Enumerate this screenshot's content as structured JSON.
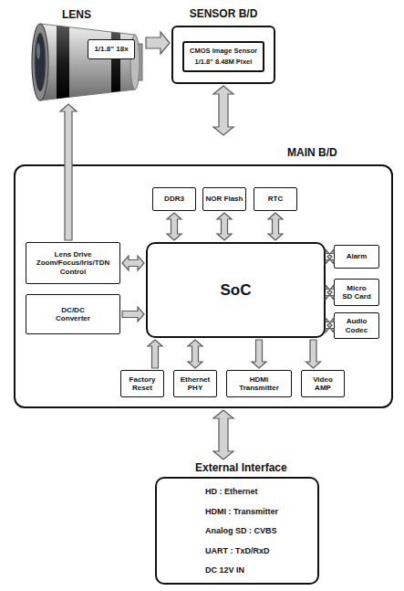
{
  "diagram": {
    "nodes": [
      {
        "text": [
          "LENS"
        ]
      },
      {
        "text": [
          "1/1.8\" 18x"
        ],
        "in": 0
      },
      {
        "text": [
          "SENSOR B/D"
        ]
      },
      {
        "text": [
          "CMOS Image Sensor",
          "1/1.8\" 8.48M Pixel"
        ],
        "in": 2
      },
      {
        "text": [
          "MAIN B/D"
        ]
      },
      {
        "text": [
          "DDR3"
        ],
        "in": 4
      },
      {
        "text": [
          "NOR Flash"
        ],
        "in": 4
      },
      {
        "text": [
          "RTC"
        ],
        "in": 4
      },
      {
        "text": [
          "Lens Drive Zoom/Focus/Iris/TDN Control"
        ],
        "in": 4
      },
      {
        "text": [
          "DC/DC Converter"
        ],
        "in": 4
      },
      {
        "text": [
          "SoC"
        ],
        "in": 4
      },
      {
        "text": [
          "Alarm"
        ],
        "in": 4
      },
      {
        "text": [
          "Micro SD Card"
        ],
        "in": 4
      },
      {
        "text": [
          "Audio Codec"
        ],
        "in": 4
      },
      {
        "text": [
          "Factory Reset"
        ],
        "in": 4
      },
      {
        "text": [
          "Ethernet PHY"
        ],
        "in": 4
      },
      {
        "text": [
          "HDMI Transmitter"
        ],
        "in": 4
      },
      {
        "text": [
          "Video AMP"
        ],
        "in": 4
      },
      {
        "text": [
          "External Interface",
          "HD : Ethernet",
          "HDMI : Transmitter",
          "Analog SD : CVBS",
          "UART : TxD/RxD",
          "DC 12V IN"
        ]
      }
    ],
    "edges": [
      {
        "from": 0,
        "to": 2,
        "arrow": "to"
      },
      {
        "from": 2,
        "to": 4,
        "arrow": "both"
      },
      {
        "from": 5,
        "to": 10,
        "arrow": "both"
      },
      {
        "from": 6,
        "to": 10,
        "arrow": "both"
      },
      {
        "from": 7,
        "to": 10,
        "arrow": "both"
      },
      {
        "from": 8,
        "to": 10,
        "arrow": "both"
      },
      {
        "from": 9,
        "to": 10,
        "arrow": "to"
      },
      {
        "from": 10,
        "to": 11,
        "arrow": "both"
      },
      {
        "from": 10,
        "to": 12,
        "arrow": "both"
      },
      {
        "from": 10,
        "to": 13,
        "arrow": "both"
      },
      {
        "from": 14,
        "to": 10,
        "arrow": "to"
      },
      {
        "from": 15,
        "to": 10,
        "arrow": "both"
      },
      {
        "from": 10,
        "to": 16,
        "arrow": "to"
      },
      {
        "from": 10,
        "to": 17,
        "arrow": "to"
      },
      {
        "from": 8,
        "to": 0,
        "arrow": "to"
      },
      {
        "from": 4,
        "to": 18,
        "arrow": "both"
      }
    ]
  }
}
